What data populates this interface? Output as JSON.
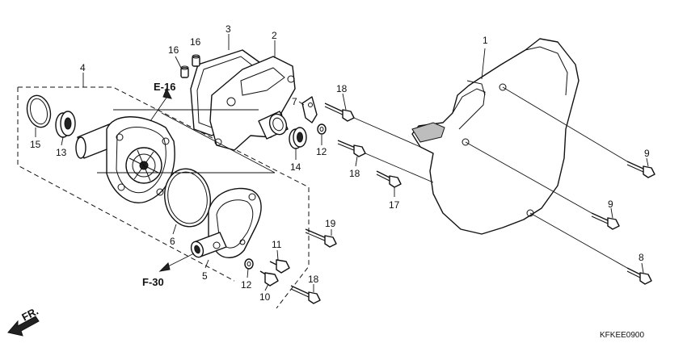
{
  "diagram": {
    "callouts": [
      {
        "id": "c1",
        "label": "1"
      },
      {
        "id": "c2",
        "label": "2"
      },
      {
        "id": "c3",
        "label": "3"
      },
      {
        "id": "c4",
        "label": "4"
      },
      {
        "id": "c5",
        "label": "5"
      },
      {
        "id": "c6",
        "label": "6"
      },
      {
        "id": "c7",
        "label": "7"
      },
      {
        "id": "c8",
        "label": "8"
      },
      {
        "id": "c9a",
        "label": "9"
      },
      {
        "id": "c9b",
        "label": "9"
      },
      {
        "id": "c10",
        "label": "10"
      },
      {
        "id": "c11",
        "label": "11"
      },
      {
        "id": "c12a",
        "label": "12"
      },
      {
        "id": "c12b",
        "label": "12"
      },
      {
        "id": "c13",
        "label": "13"
      },
      {
        "id": "c14",
        "label": "14"
      },
      {
        "id": "c15",
        "label": "15"
      },
      {
        "id": "c16a",
        "label": "16"
      },
      {
        "id": "c16b",
        "label": "16"
      },
      {
        "id": "c17",
        "label": "17"
      },
      {
        "id": "c18a",
        "label": "18"
      },
      {
        "id": "c18b",
        "label": "18"
      },
      {
        "id": "c18c",
        "label": "18"
      },
      {
        "id": "c19",
        "label": "19"
      }
    ],
    "references": {
      "e16": "E-16",
      "f30": "F-30",
      "front": "FR."
    },
    "diagram_code": "KFKEE0900"
  }
}
